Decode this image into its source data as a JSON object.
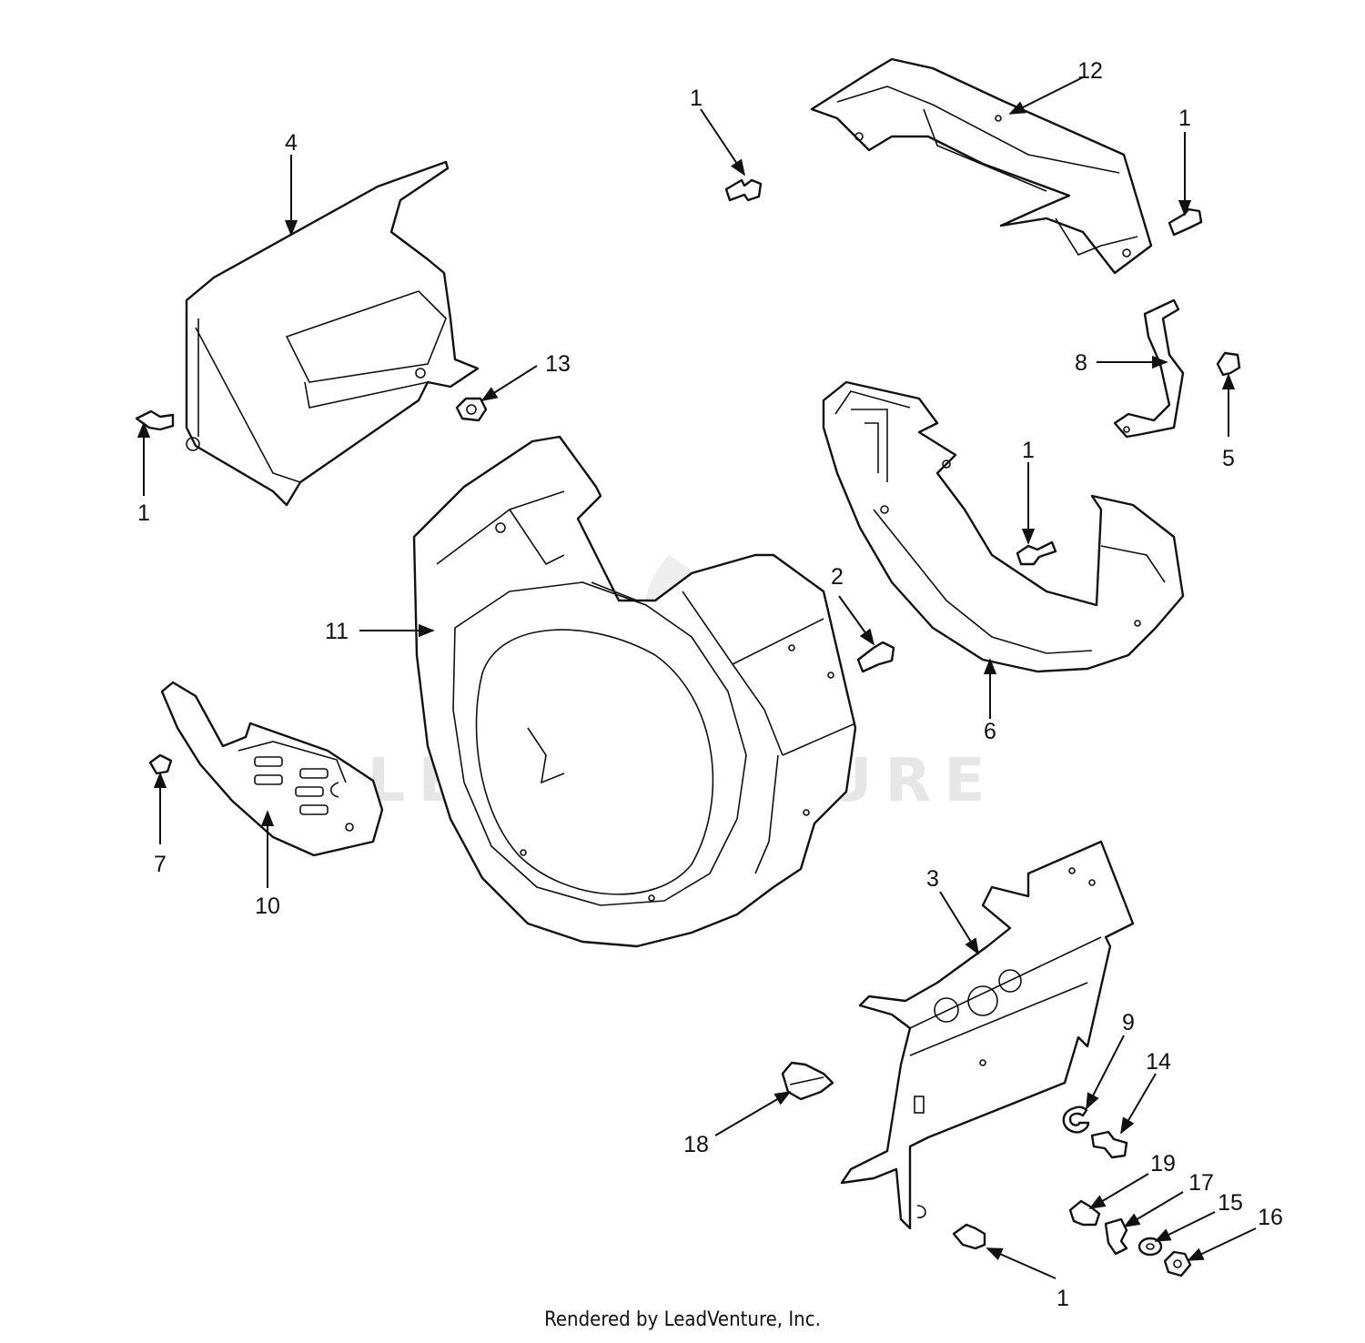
{
  "footer": {
    "text": "Rendered by LeadVenture, Inc."
  },
  "watermark": {
    "text": "LEADVENTURE"
  },
  "callouts": [
    "1",
    "1",
    "1",
    "4",
    "12",
    "13",
    "1",
    "8",
    "5",
    "1",
    "11",
    "2",
    "6",
    "7",
    "10",
    "3",
    "9",
    "14",
    "18",
    "19",
    "17",
    "15",
    "16",
    "1"
  ]
}
